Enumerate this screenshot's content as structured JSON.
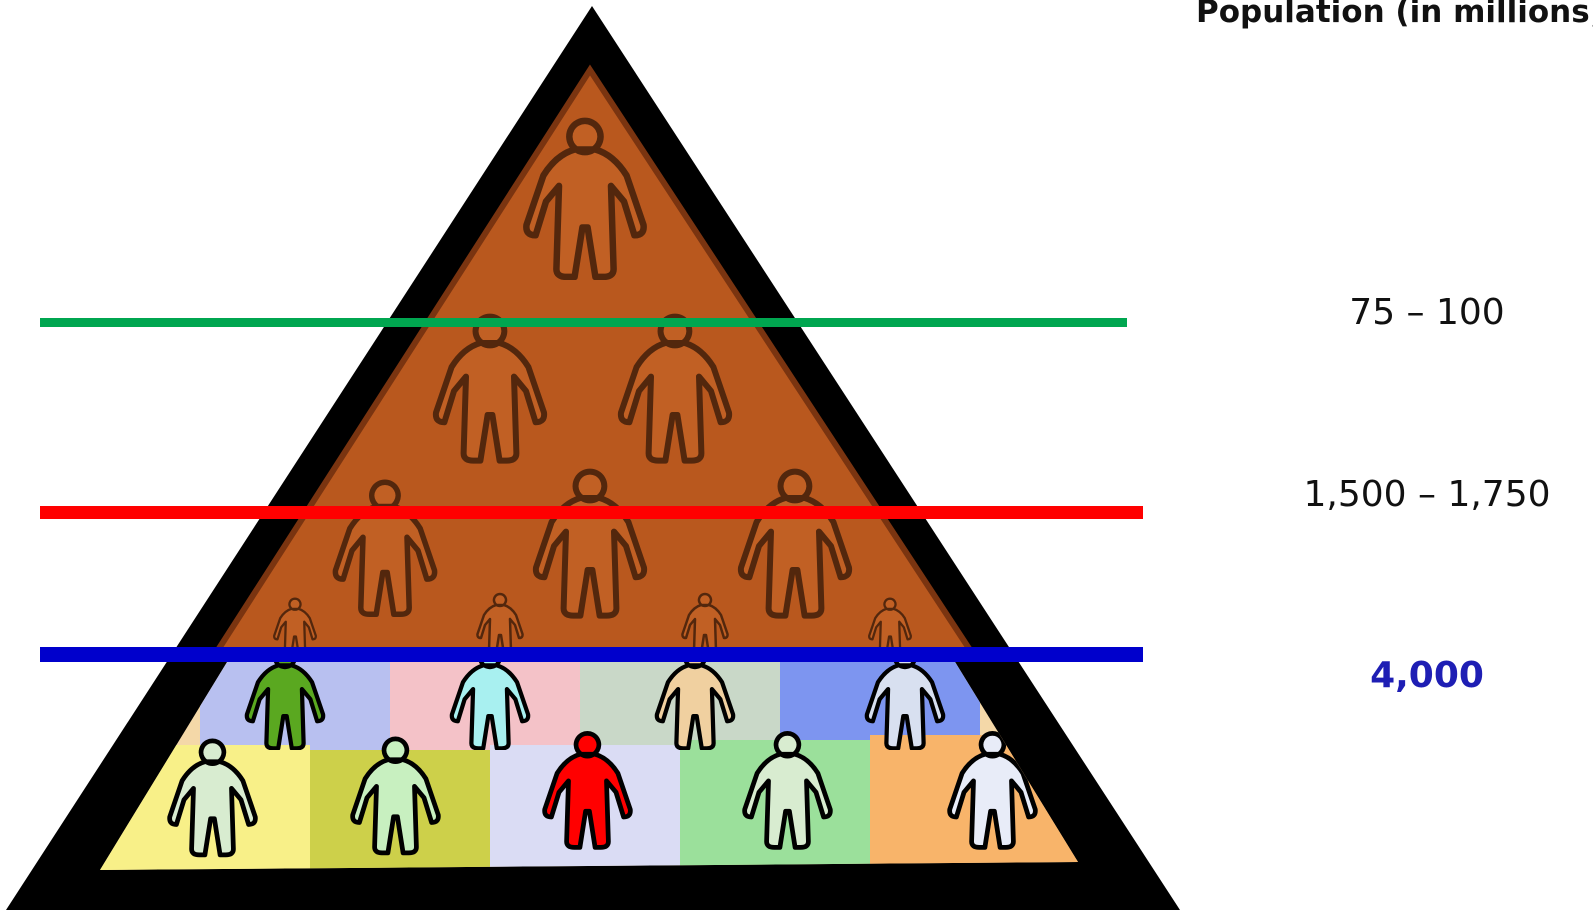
{
  "title": "Population (in millions)",
  "tiers": [
    {
      "label": "75 – 100",
      "color": "#00a650"
    },
    {
      "label": "1,500 – 1,750",
      "color": "#ff0000"
    },
    {
      "label": "4,000",
      "color": "#0000cc"
    }
  ],
  "colors": {
    "pyramid_outline": "#000000",
    "upper_fill": "#b9581e",
    "figure_highlight": "#ff0000"
  }
}
